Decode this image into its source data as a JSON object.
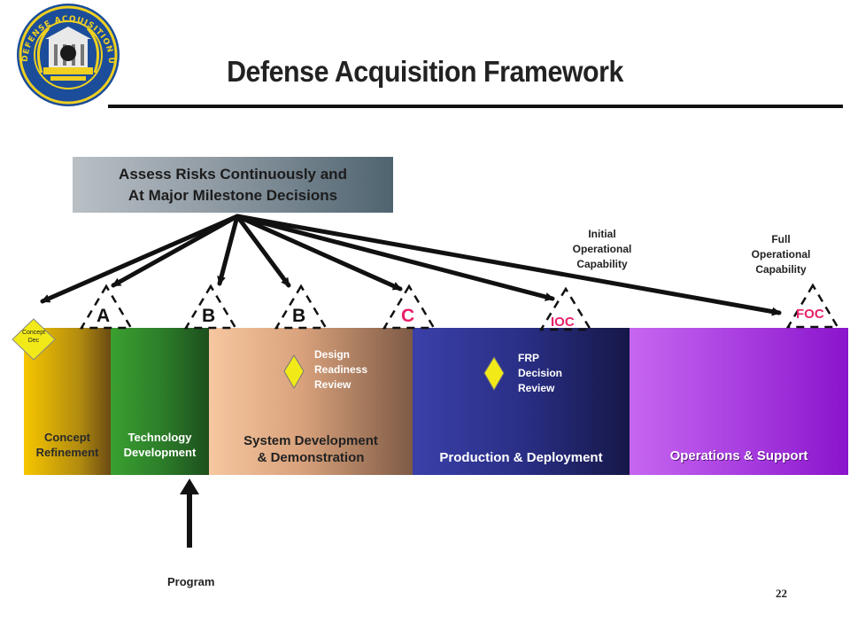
{
  "title": "Defense Acquisition Framework",
  "logo": {
    "icon": "defense-acquisition-university-seal-icon",
    "lettering": "DEFENSE ACQUISITION UNIVERSITY"
  },
  "assess_box": {
    "line1": "Assess Risks Continuously and",
    "line2": "At Major Milestone Decisions"
  },
  "milestones": {
    "concept_dec": {
      "line1": "Concept",
      "line2": "Dec"
    },
    "a": "A",
    "b1": "B",
    "b2": "B",
    "c": "C",
    "ioc": "IOC",
    "foc": "FOC"
  },
  "capability_notes": {
    "ioc": {
      "line1": "Initial",
      "line2": "Operational",
      "line3": "Capability"
    },
    "foc": {
      "line1": "Full",
      "line2": "Operational",
      "line3": "Capability"
    }
  },
  "phases": {
    "concept": {
      "line1": "Concept",
      "line2": "Refinement"
    },
    "tech": {
      "line1": "Technology",
      "line2": "Development"
    },
    "sdd": {
      "line1": "System Development",
      "line2": "& Demonstration"
    },
    "pd": {
      "line1": "Production & Deployment"
    },
    "os": {
      "line1": "Operations & Support"
    }
  },
  "reviews": {
    "design": {
      "line1": "Design",
      "line2": "Readiness",
      "line3": "Review"
    },
    "frp": {
      "line1": "FRP",
      "line2": "Decision",
      "line3": "Review"
    }
  },
  "program_label": "Program",
  "page_number": "22",
  "colors": {
    "milestone_text": "#e8206a",
    "review_diamond": "#f2ea18",
    "title_text": "#222222"
  }
}
